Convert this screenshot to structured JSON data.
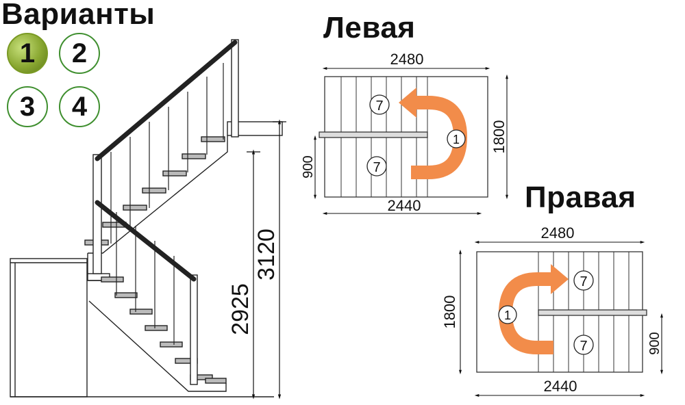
{
  "titles": {
    "variants": "Варианты",
    "left": "Левая",
    "right": "Правая"
  },
  "variants": [
    {
      "label": "1",
      "selected": true
    },
    {
      "label": "2",
      "selected": false
    },
    {
      "label": "3",
      "selected": false
    },
    {
      "label": "4",
      "selected": false
    }
  ],
  "side_view": {
    "dim_inner": "2925",
    "dim_outer": "3120"
  },
  "left_plan": {
    "top_width": "2480",
    "bottom_width": "2440",
    "depth": "1800",
    "landing": "900",
    "steps_upper": "7",
    "steps_lower": "7",
    "landing_steps": "1"
  },
  "right_plan": {
    "top_width": "2480",
    "bottom_width": "2440",
    "depth": "1800",
    "landing": "900",
    "steps_upper": "7",
    "steps_lower": "7",
    "landing_steps": "1"
  },
  "colors": {
    "arrow": "#f28c4a",
    "selected_variant": "#8aa832",
    "variant_border": "#3f8f2f",
    "rail": "#222222"
  }
}
